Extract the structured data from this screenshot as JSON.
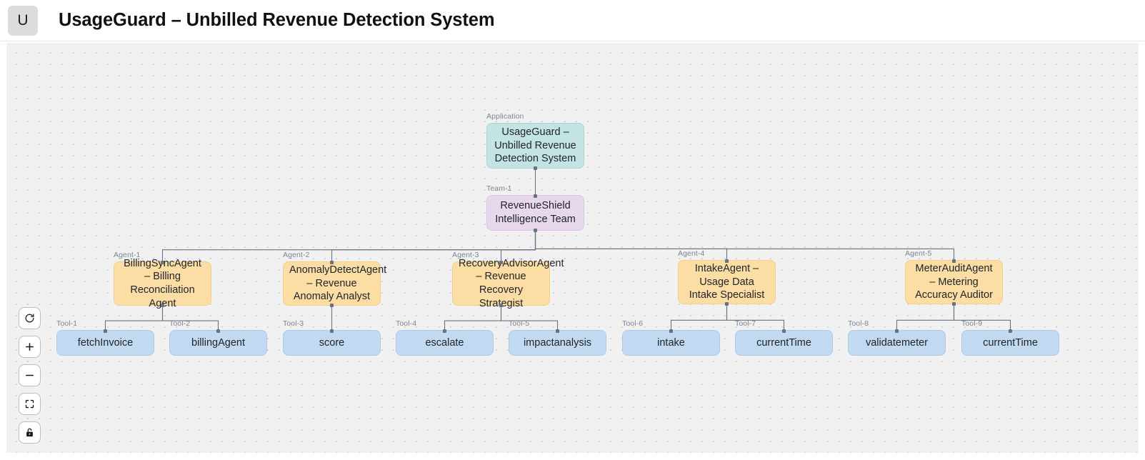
{
  "header": {
    "logo_letter": "U",
    "title": "UsageGuard – Unbilled Revenue Detection System"
  },
  "controls": [
    {
      "name": "reset-view-button",
      "icon": "refresh-icon"
    },
    {
      "name": "zoom-in-button",
      "icon": "plus-icon"
    },
    {
      "name": "zoom-out-button",
      "icon": "minus-icon"
    },
    {
      "name": "fit-view-button",
      "icon": "fit-screen-icon"
    },
    {
      "name": "lock-toggle-button",
      "icon": "unlock-icon"
    }
  ],
  "graph": {
    "nodes": [
      {
        "id": "app",
        "kind": "Application",
        "label": "Application",
        "text": "UsageGuard – Unbilled Revenue Detection System",
        "color": "#c3e4e3"
      },
      {
        "id": "team1",
        "kind": "Team",
        "label": "Team-1",
        "text": "RevenueShield Intelligence Team",
        "color": "#e7d8ee"
      },
      {
        "id": "agent1",
        "kind": "Agent",
        "label": "Agent-1",
        "text": "BillingSyncAgent – Billing Reconciliation Agent",
        "color": "#fcdda4"
      },
      {
        "id": "agent2",
        "kind": "Agent",
        "label": "Agent-2",
        "text": "AnomalyDetectAgent – Revenue Anomaly Analyst",
        "color": "#fcdda4"
      },
      {
        "id": "agent3",
        "kind": "Agent",
        "label": "Agent-3",
        "text": "RecoveryAdvisorAgent – Revenue Recovery Strategist",
        "color": "#fcdda4"
      },
      {
        "id": "agent4",
        "kind": "Agent",
        "label": "Agent-4",
        "text": "IntakeAgent – Usage Data Intake Specialist",
        "color": "#fcdda4"
      },
      {
        "id": "agent5",
        "kind": "Agent",
        "label": "Agent-5",
        "text": "MeterAuditAgent – Metering Accuracy Auditor",
        "color": "#fcdda4"
      },
      {
        "id": "tool1",
        "kind": "Tool",
        "label": "Tool-1",
        "text": "fetchInvoice",
        "color": "#c2daf1"
      },
      {
        "id": "tool2",
        "kind": "Tool",
        "label": "Tool-2",
        "text": "billingAgent",
        "color": "#c2daf1"
      },
      {
        "id": "tool3",
        "kind": "Tool",
        "label": "Tool-3",
        "text": "score",
        "color": "#c2daf1"
      },
      {
        "id": "tool4",
        "kind": "Tool",
        "label": "Tool-4",
        "text": "escalate",
        "color": "#c2daf1"
      },
      {
        "id": "tool5",
        "kind": "Tool",
        "label": "Tool-5",
        "text": "impactanalysis",
        "color": "#c2daf1"
      },
      {
        "id": "tool6",
        "kind": "Tool",
        "label": "Tool-6",
        "text": "intake",
        "color": "#c2daf1"
      },
      {
        "id": "tool7",
        "kind": "Tool",
        "label": "Tool-7",
        "text": "currentTime",
        "color": "#c2daf1"
      },
      {
        "id": "tool8",
        "kind": "Tool",
        "label": "Tool-8",
        "text": "validatemeter",
        "color": "#c2daf1"
      },
      {
        "id": "tool9",
        "kind": "Tool",
        "label": "Tool-9",
        "text": "currentTime",
        "color": "#c2daf1"
      }
    ],
    "edges": [
      {
        "from": "app",
        "to": "team1"
      },
      {
        "from": "team1",
        "to": "agent1"
      },
      {
        "from": "team1",
        "to": "agent2"
      },
      {
        "from": "team1",
        "to": "agent3"
      },
      {
        "from": "team1",
        "to": "agent4"
      },
      {
        "from": "team1",
        "to": "agent5"
      },
      {
        "from": "agent1",
        "to": "tool1"
      },
      {
        "from": "agent1",
        "to": "tool2"
      },
      {
        "from": "agent2",
        "to": "tool3"
      },
      {
        "from": "agent3",
        "to": "tool4"
      },
      {
        "from": "agent3",
        "to": "tool5"
      },
      {
        "from": "agent4",
        "to": "tool6"
      },
      {
        "from": "agent4",
        "to": "tool7"
      },
      {
        "from": "agent5",
        "to": "tool8"
      },
      {
        "from": "agent5",
        "to": "tool9"
      }
    ],
    "edge_color": "#6b7280"
  }
}
